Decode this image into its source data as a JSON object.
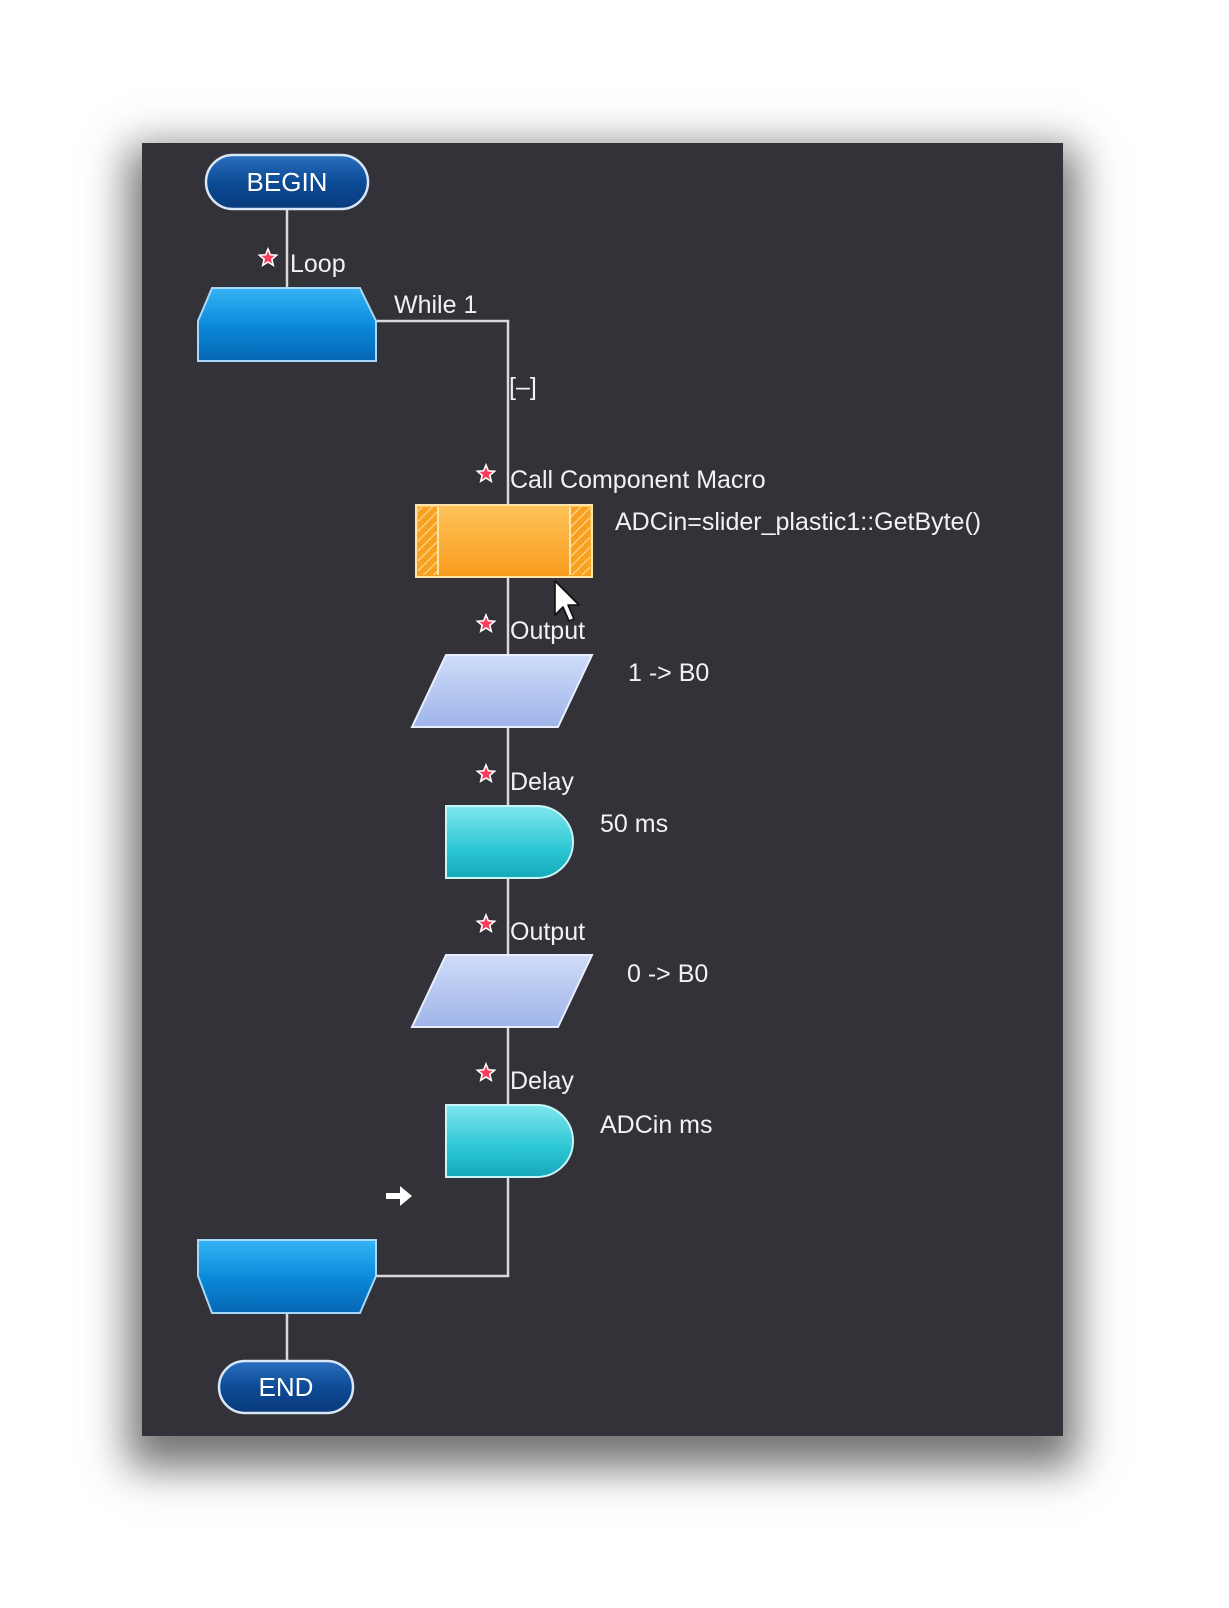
{
  "begin": {
    "label": "BEGIN"
  },
  "end": {
    "label": "END"
  },
  "loop": {
    "title": "Loop",
    "condition": "While 1",
    "collapse": "[–]"
  },
  "steps": [
    {
      "type": "Call Component Macro",
      "detail": "ADCin=slider_plastic1::GetByte()"
    },
    {
      "type": "Output",
      "detail": "1 -> B0"
    },
    {
      "type": "Delay",
      "detail": "50 ms"
    },
    {
      "type": "Output",
      "detail": "0 -> B0"
    },
    {
      "type": "Delay",
      "detail": "ADCin ms"
    }
  ],
  "icons": [
    "star-icon",
    "mouse-cursor-icon",
    "arrow-right-icon"
  ],
  "colors": {
    "background": "#333238",
    "terminal": "#0d4b96",
    "loop": "#0a86d8",
    "macro": "#fba82c",
    "output": "#b4c6f0",
    "delay": "#2cc6d4",
    "star": "#ff3b5c"
  }
}
